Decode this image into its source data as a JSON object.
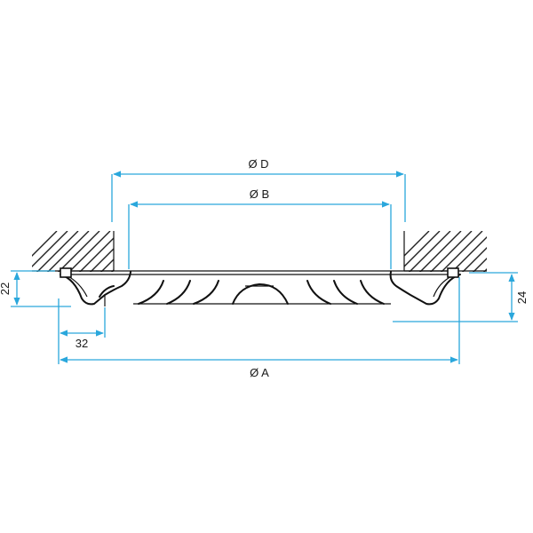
{
  "colors": {
    "dimension": "#2aa7dc",
    "outline": "#111111",
    "hatch": "#222222",
    "background": "#ffffff"
  },
  "dimensions": {
    "d": "Ø D",
    "b": "Ø B",
    "a": "Ø A",
    "height_left": "22",
    "height_right": "24",
    "rim_width": "32"
  }
}
